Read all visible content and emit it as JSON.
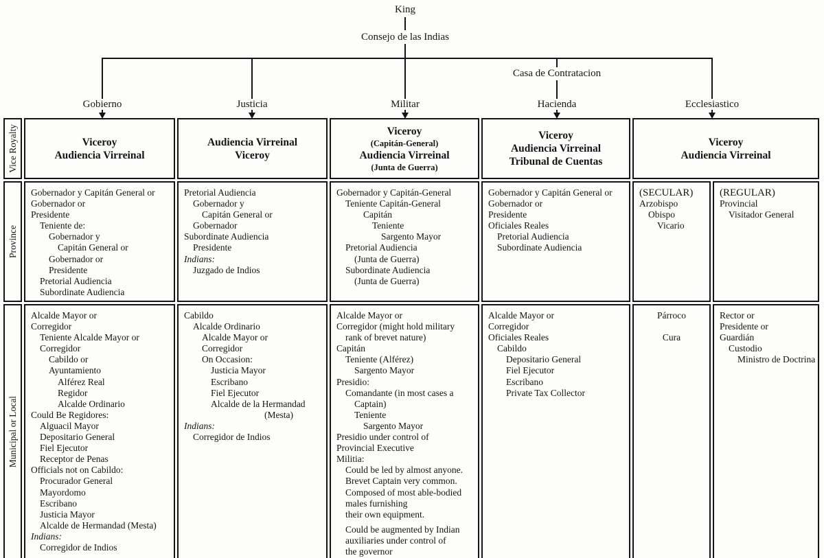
{
  "colors": {
    "ink": "#141414",
    "paper": "#fdfdfb"
  },
  "tree": {
    "king": "King",
    "consejo": "Consejo de las Indias",
    "casa": "Casa de Contratacion",
    "branches": [
      "Gobierno",
      "Justicia",
      "Militar",
      "Hacienda",
      "Ecclesiastico"
    ]
  },
  "table": {
    "row_labels": [
      "Vice Royalty",
      "Province",
      "Municipal or Local"
    ],
    "header": [
      {
        "lines": [
          {
            "t": "Viceroy"
          },
          {
            "t": "Audiencia Virreinal"
          }
        ]
      },
      {
        "lines": [
          {
            "t": "Audiencia Virreinal"
          },
          {
            "t": "Viceroy"
          }
        ]
      },
      {
        "lines": [
          {
            "t": "Viceroy"
          },
          {
            "t": "(Capitán-General)",
            "small": true
          },
          {
            "t": "Audiencia Virreinal"
          },
          {
            "t": "(Junta de Guerra)",
            "small": true
          }
        ]
      },
      {
        "lines": [
          {
            "t": "Viceroy"
          },
          {
            "t": "Audiencia Virreinal"
          },
          {
            "t": "Tribunal de Cuentas"
          }
        ]
      },
      {
        "lines": [
          {
            "t": "Viceroy"
          },
          {
            "t": "Audiencia Virreinal"
          }
        ]
      }
    ],
    "province": {
      "cols": [
        {
          "lines": [
            {
              "t": "Gobernador y Capitán General or",
              "i": 0
            },
            {
              "t": "Gobernador or",
              "i": 0
            },
            {
              "t": "Presidente",
              "i": 0
            },
            {
              "t": "Teniente de:",
              "i": 1
            },
            {
              "t": "Gobernador y",
              "i": 2
            },
            {
              "t": "Capitán General or",
              "i": 3
            },
            {
              "t": "Gobernador or",
              "i": 2
            },
            {
              "t": "Presidente",
              "i": 2
            },
            {
              "t": "Pretorial Audiencia",
              "i": 1
            },
            {
              "t": "Subordinate Audiencia",
              "i": 1
            }
          ]
        },
        {
          "lines": [
            {
              "t": "Pretorial Audiencia",
              "i": 0
            },
            {
              "t": "Gobernador y",
              "i": 1
            },
            {
              "t": "Capitán General or",
              "i": 2
            },
            {
              "t": "Gobernador",
              "i": 1
            },
            {
              "t": "Subordinate Audiencia",
              "i": 0
            },
            {
              "t": "Presidente",
              "i": 1
            },
            {
              "t": "Indians:",
              "i": 0,
              "italic": true
            },
            {
              "t": "Juzgado de Indios",
              "i": 1
            }
          ]
        },
        {
          "lines": [
            {
              "t": "Gobernador y Capitán-General",
              "i": 0
            },
            {
              "t": "Teniente Capitán-General",
              "i": 1
            },
            {
              "t": "Capitán",
              "i": 3
            },
            {
              "t": "Teniente",
              "i": 4
            },
            {
              "t": "Sargento Mayor",
              "i": 5
            },
            {
              "t": "Pretorial Audiencia",
              "i": 1
            },
            {
              "t": "(Junta de Guerra)",
              "i": 2
            },
            {
              "t": "Subordinate Audiencia",
              "i": 1
            },
            {
              "t": "(Junta de Guerra)",
              "i": 2
            }
          ]
        },
        {
          "lines": [
            {
              "t": "Gobernador y Capitán General or",
              "i": 0
            },
            {
              "t": "Gobernador or",
              "i": 0
            },
            {
              "t": "Presidente",
              "i": 0
            },
            {
              "t": "Oficiales Reales",
              "i": 0
            },
            {
              "t": "Pretorial Audiencia",
              "i": 1
            },
            {
              "t": "Subordinate Audiencia",
              "i": 1
            }
          ]
        }
      ],
      "secular": {
        "lines": [
          {
            "t": "(SECULAR)",
            "i": 0,
            "big": true
          },
          {
            "t": "Arzobispo",
            "i": 0
          },
          {
            "t": "Obispo",
            "i": 1
          },
          {
            "t": "Vicario",
            "i": 2
          }
        ]
      },
      "regular": {
        "lines": [
          {
            "t": "(REGULAR)",
            "i": 0,
            "big": true
          },
          {
            "t": "Provincial",
            "i": 0
          },
          {
            "t": "Visitador General",
            "i": 1
          }
        ]
      }
    },
    "municipal": {
      "cols": [
        {
          "lines": [
            {
              "t": "Alcalde Mayor or",
              "i": 0
            },
            {
              "t": "Corregidor",
              "i": 0
            },
            {
              "t": "Teniente Alcalde Mayor or",
              "i": 1
            },
            {
              "t": "Corregidor",
              "i": 1
            },
            {
              "t": "Cabildo or",
              "i": 2
            },
            {
              "t": "Ayuntamiento",
              "i": 2
            },
            {
              "t": "Alférez Real",
              "i": 3
            },
            {
              "t": "Regidor",
              "i": 3
            },
            {
              "t": "Alcalde Ordinario",
              "i": 3
            },
            {
              "t": "Could Be Regidores:",
              "i": 0
            },
            {
              "t": "Alguacil Mayor",
              "i": 1
            },
            {
              "t": "Depositario General",
              "i": 1
            },
            {
              "t": "Fiel Ejecutor",
              "i": 1
            },
            {
              "t": "Receptor de Penas",
              "i": 1
            },
            {
              "t": "Officials not on Cabildo:",
              "i": 0
            },
            {
              "t": "Procurador General",
              "i": 1
            },
            {
              "t": "Mayordomo",
              "i": 1
            },
            {
              "t": "Escribano",
              "i": 1
            },
            {
              "t": "Justicia Mayor",
              "i": 1
            },
            {
              "t": "Alcalde de Hermandad (Mesta)",
              "i": 1
            },
            {
              "t": "Indians:",
              "i": 0,
              "italic": true
            },
            {
              "t": "Corregidor de Indios",
              "i": 1
            }
          ]
        },
        {
          "lines": [
            {
              "t": "Cabildo",
              "i": 0
            },
            {
              "t": "Alcalde Ordinario",
              "i": 1
            },
            {
              "t": "Alcalde Mayor or",
              "i": 2
            },
            {
              "t": "Corregidor",
              "i": 2
            },
            {
              "t": "On Occasion:",
              "i": 2
            },
            {
              "t": "Justicia Mayor",
              "i": 3
            },
            {
              "t": "Escribano",
              "i": 3
            },
            {
              "t": "Fiel Ejecutor",
              "i": 3
            },
            {
              "t": "Alcalde de la Hermandad",
              "i": 3
            },
            {
              "t": "(Mesta)",
              "i": 9
            },
            {
              "t": "Indians:",
              "i": 0,
              "italic": true
            },
            {
              "t": "Corregidor de Indios",
              "i": 1
            }
          ]
        },
        {
          "lines": [
            {
              "t": "Alcalde Mayor or",
              "i": 0
            },
            {
              "t": "Corregidor (might hold military",
              "i": 0
            },
            {
              "t": "rank of brevet nature)",
              "i": 1
            },
            {
              "t": "Capitán",
              "i": 0
            },
            {
              "t": "Teniente (Alférez)",
              "i": 1
            },
            {
              "t": "Sargento Mayor",
              "i": 2
            },
            {
              "t": "Presidio:",
              "i": 0
            },
            {
              "t": "Comandante (in most cases a",
              "i": 1
            },
            {
              "t": "Captain)",
              "i": 2
            },
            {
              "t": "Teniente",
              "i": 2
            },
            {
              "t": "Sargento Mayor",
              "i": 3
            },
            {
              "t": "Presidio under control of",
              "i": 0
            },
            {
              "t": "Provincial Executive",
              "i": 0
            },
            {
              "t": "Militia:",
              "i": 0
            },
            {
              "t": "Could be led by almost anyone.",
              "i": 1
            },
            {
              "t": "Brevet Captain very common.",
              "i": 1
            },
            {
              "t": "Composed of most able-bodied",
              "i": 1
            },
            {
              "t": "males furnishing",
              "i": 1
            },
            {
              "t": "their own equipment.",
              "i": 1
            },
            {
              "t": "Could be augmented by Indian",
              "i": 1,
              "gap": true
            },
            {
              "t": "auxiliaries under control of",
              "i": 1
            },
            {
              "t": "the governor",
              "i": 1
            }
          ]
        },
        {
          "lines": [
            {
              "t": "Alcalde Mayor or",
              "i": 0
            },
            {
              "t": "Corregidor",
              "i": 0
            },
            {
              "t": "Oficiales Reales",
              "i": 0
            },
            {
              "t": "Cabildo",
              "i": 1
            },
            {
              "t": "Depositario General",
              "i": 2
            },
            {
              "t": "Fiel Ejecutor",
              "i": 2
            },
            {
              "t": "Escribano",
              "i": 2
            },
            {
              "t": "Private Tax Collector",
              "i": 2
            }
          ]
        }
      ],
      "secular": {
        "lines": [
          {
            "t": "Párroco",
            "ctr": true
          },
          {
            "t": ""
          },
          {
            "t": "Cura",
            "ctr": true
          }
        ]
      },
      "regular": {
        "lines": [
          {
            "t": "Rector or",
            "i": 0
          },
          {
            "t": "Presidente or",
            "i": 0
          },
          {
            "t": "Guardián",
            "i": 0
          },
          {
            "t": "Custodio",
            "i": 1
          },
          {
            "t": "Ministro de Doctrina",
            "i": 2
          }
        ]
      }
    }
  }
}
